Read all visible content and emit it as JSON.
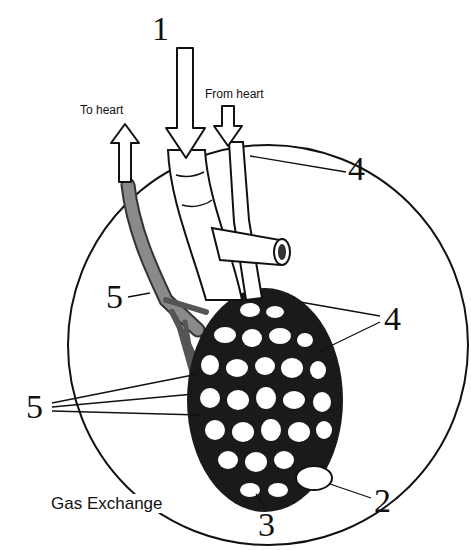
{
  "diagram": {
    "caption": "Gas Exchange",
    "labels": [
      "1",
      "From heart",
      "To heart",
      "4",
      "5",
      "4",
      "5",
      "2",
      "3"
    ]
  }
}
